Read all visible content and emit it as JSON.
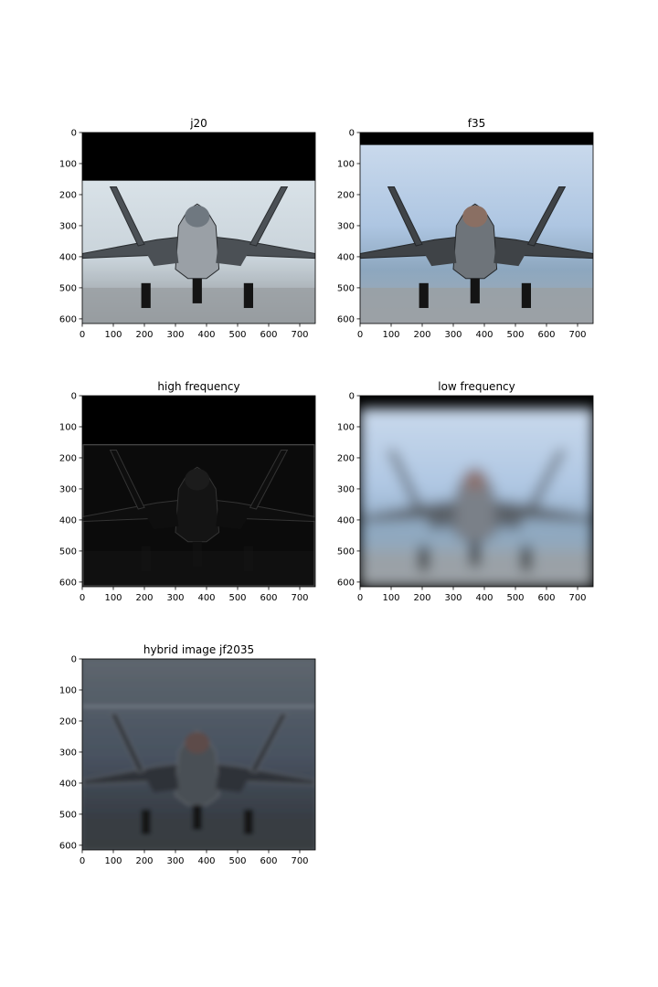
{
  "chart_data": [
    {
      "type": "image",
      "title": "j20",
      "xlim": [
        0,
        750
      ],
      "ylim": [
        615,
        0
      ],
      "xticks": [
        0,
        100,
        200,
        300,
        400,
        500,
        600,
        700
      ],
      "yticks": [
        0,
        100,
        200,
        300,
        400,
        500,
        600
      ],
      "image": {
        "kind": "source",
        "content_extent": [
          0,
          750,
          155,
          615
        ],
        "tint": "#cfd8df"
      }
    },
    {
      "type": "image",
      "title": "f35",
      "xlim": [
        0,
        750
      ],
      "ylim": [
        615,
        0
      ],
      "xticks": [
        0,
        100,
        200,
        300,
        400,
        500,
        600,
        700
      ],
      "yticks": [
        0,
        100,
        200,
        300,
        400,
        500,
        600
      ],
      "image": {
        "kind": "source",
        "content_extent": [
          0,
          750,
          40,
          615
        ],
        "tint": "#b9cde3"
      }
    },
    {
      "type": "image",
      "title": "high frequency",
      "xlim": [
        0,
        750
      ],
      "ylim": [
        615,
        0
      ],
      "xticks": [
        0,
        100,
        200,
        300,
        400,
        500,
        600,
        700
      ],
      "yticks": [
        0,
        100,
        200,
        300,
        400,
        500,
        600
      ],
      "image": {
        "kind": "highpass",
        "content_extent": [
          0,
          750,
          155,
          615
        ],
        "tint": "#0a0a0a"
      }
    },
    {
      "type": "image",
      "title": "low frequency",
      "xlim": [
        0,
        750
      ],
      "ylim": [
        615,
        0
      ],
      "xticks": [
        0,
        100,
        200,
        300,
        400,
        500,
        600,
        700
      ],
      "yticks": [
        0,
        100,
        200,
        300,
        400,
        500,
        600
      ],
      "image": {
        "kind": "lowpass",
        "content_extent": [
          0,
          750,
          40,
          615
        ],
        "tint": "#a9bfd6"
      }
    },
    {
      "type": "image",
      "title": "hybrid image jf2035",
      "xlim": [
        0,
        750
      ],
      "ylim": [
        615,
        0
      ],
      "xticks": [
        0,
        100,
        200,
        300,
        400,
        500,
        600,
        700
      ],
      "yticks": [
        0,
        100,
        200,
        300,
        400,
        500,
        600
      ],
      "image": {
        "kind": "hybrid",
        "content_extent": [
          0,
          750,
          0,
          615
        ],
        "tint": "#5b636b"
      }
    }
  ]
}
